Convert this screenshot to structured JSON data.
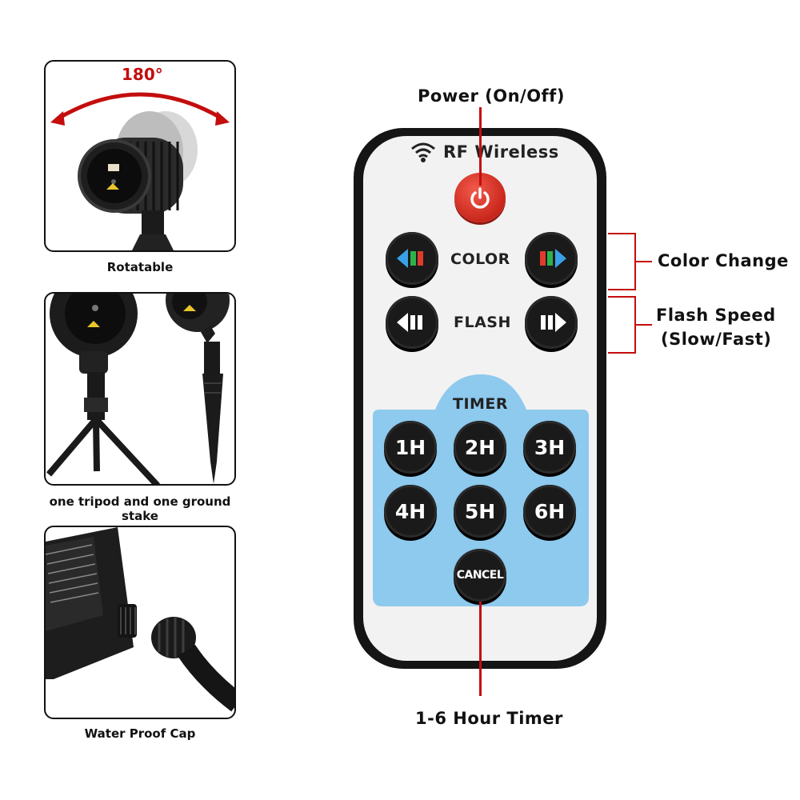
{
  "panels": [
    {
      "caption": "Rotatable",
      "rotation_label": "180°"
    },
    {
      "caption": "one tripod and one ground stake"
    },
    {
      "caption": "Water Proof Cap"
    }
  ],
  "remote": {
    "brand": "RF Wireless",
    "color_label": "COLOR",
    "flash_label": "FLASH",
    "timer_label": "TIMER",
    "timer_buttons": [
      "1H",
      "2H",
      "3H",
      "4H",
      "5H",
      "6H"
    ],
    "cancel_label": "CANCEL"
  },
  "callouts": {
    "power": "Power (On/Off)",
    "color_change": "Color Change",
    "flash_speed_line1": "Flash Speed",
    "flash_speed_line2": "(Slow/Fast)",
    "timer": "1-6 Hour Timer"
  },
  "colors": {
    "accent_red": "#c40d0d",
    "power_red": "#d9362a",
    "timer_blue": "#8ec9ee",
    "remote_body": "#151515"
  }
}
